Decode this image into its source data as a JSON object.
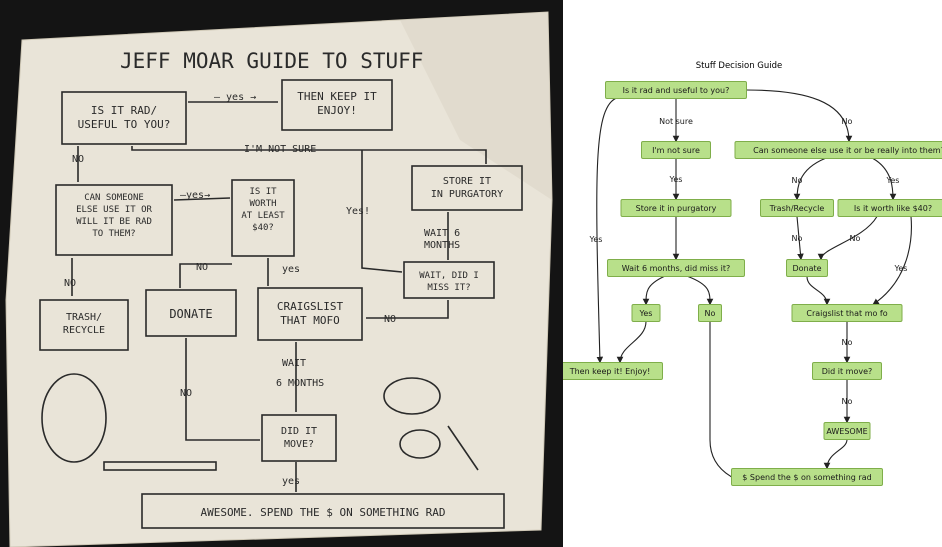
{
  "photo": {
    "title": "JEFF MOAR GUIDE TO STUFF",
    "boxes": {
      "q1": [
        "IS IT RAD/",
        "USEFUL TO YOU?"
      ],
      "keep": [
        "THEN KEEP IT",
        "ENJOY!"
      ],
      "someone": [
        "CAN SOMEONE",
        "ELSE USE IT OR",
        "WILL IT BE RAD",
        "TO THEM?"
      ],
      "worth": [
        "IS IT",
        "WORTH",
        "AT LEAST",
        "$40?"
      ],
      "store": [
        "STORE IT",
        "IN PURGATORY"
      ],
      "trash": [
        "TRASH/",
        "RECYCLE"
      ],
      "donate": [
        "DONATE"
      ],
      "craigslist": [
        "CRAIGSLIST",
        "THAT MOFO"
      ],
      "missit": [
        "WAIT, DID I",
        "MISS IT?"
      ],
      "didmove": [
        "DID IT",
        "MOVE?"
      ],
      "awesome": [
        "AWESOME.  SPEND THE $ ON SOMETHING RAD"
      ]
    },
    "labels": {
      "yes1": "— yes →",
      "notsure": "I'M NOT SURE",
      "no1": "NO",
      "yes2": "—yes→",
      "no2": "NO",
      "no3": "NO",
      "yes3": "yes",
      "yes4": "Yes!",
      "wait6a": "WAIT 6",
      "wait6b": "MONTHS",
      "no4": "NO",
      "wait6c": "WAIT",
      "wait6d": "6 MONTHS",
      "no5": "NO",
      "yes5": "yes"
    }
  },
  "diagram": {
    "title": "Stuff Decision Guide",
    "nodes": {
      "start": "Is it rad and useful to you?",
      "notsure": "I'm not sure",
      "someone": "Can someone else use it or be really into them?",
      "store": "Store it in purgatory",
      "trash": "Trash/Recycle",
      "worth": "Is it worth like $40?",
      "wait": "Wait 6 months, did miss it?",
      "donate": "Donate",
      "yes": "Yes",
      "no": "No",
      "craigslist": "Craigslist that mo fo",
      "keep": "Then keep it! Enjoy!",
      "moved": "Did it move?",
      "awesome": "AWESOME",
      "spend": "$ Spend the $ on something rad"
    },
    "edge_labels": {
      "notsure": "Not sure",
      "no_top": "No",
      "yes_keep": "Yes",
      "yes_store": "Yes",
      "no_trash": "No",
      "yes_worth": "Yes",
      "no_donate_a": "No",
      "no_donate_b": "No",
      "yes_craig": "Yes",
      "no_move": "No",
      "no_awesome": "No"
    }
  }
}
